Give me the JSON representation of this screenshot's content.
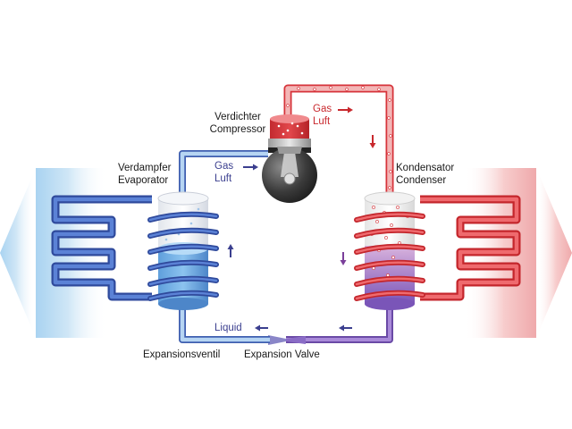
{
  "labels": {
    "compressor_de": "Verdichter",
    "compressor_en": "Compressor",
    "evaporator_de": "Verdampfer",
    "evaporator_en": "Evaporator",
    "condenser_de": "Kondensator",
    "condenser_en": "Condenser",
    "hot_gas": "Gas",
    "hot_air": "Luft",
    "cold_gas": "Gas",
    "cold_air": "Luft",
    "liquid": "Liquid",
    "valve_de": "Expansionsventil",
    "valve_en": "Expansion Valve"
  },
  "colors": {
    "hot": "#d6333a",
    "hot_light": "#eea9a9",
    "cold": "#3a56b0",
    "cold_light": "#9fc4e8",
    "mixed": "#7b52b8",
    "text": "#1a1a1a",
    "text_red": "#c8282d",
    "text_blue": "#3b3f8f"
  },
  "icons": {
    "compressor": "compressor-icon",
    "evaporator": "evaporator-icon",
    "condenser": "condenser-icon",
    "expansion_valve": "expansion-valve-icon",
    "flow_arrow": "arrow-icon"
  }
}
